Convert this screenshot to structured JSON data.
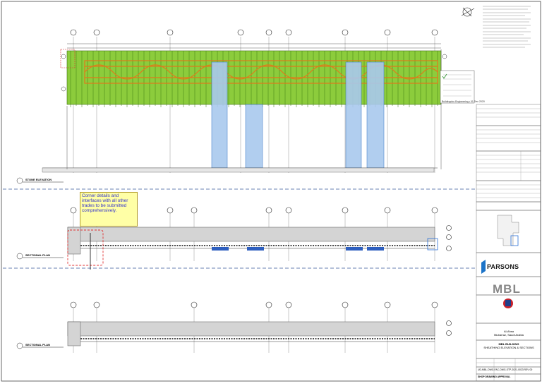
{
  "sheet": {
    "views": [
      {
        "label": "STONE ELEVATION"
      },
      {
        "label": "SECTIONAL PLAN"
      },
      {
        "label": "SECTIONAL PLAN"
      }
    ],
    "comment_text": "Corner details and interfaces with all other trades to be submitted comprehensively.",
    "legend_note": "Buildingdoc Engineering • 01 Dec 2020",
    "titleblock": {
      "parsons": "PARSONS",
      "mbl": "MBL",
      "project_line1": "Al-Ahsa",
      "project_line2": "Mubarraz, Saudi Arabia",
      "drawing_title": "MBL BUILDING",
      "drawing_sub1": "SHEATHING ELEVATION & SECTIONS",
      "drawing_no": "UD-MBL-DWG-FAC-DWG-STP-2021-0023 REV 00",
      "status": "SHOP DRAWING APPROVAL"
    }
  }
}
